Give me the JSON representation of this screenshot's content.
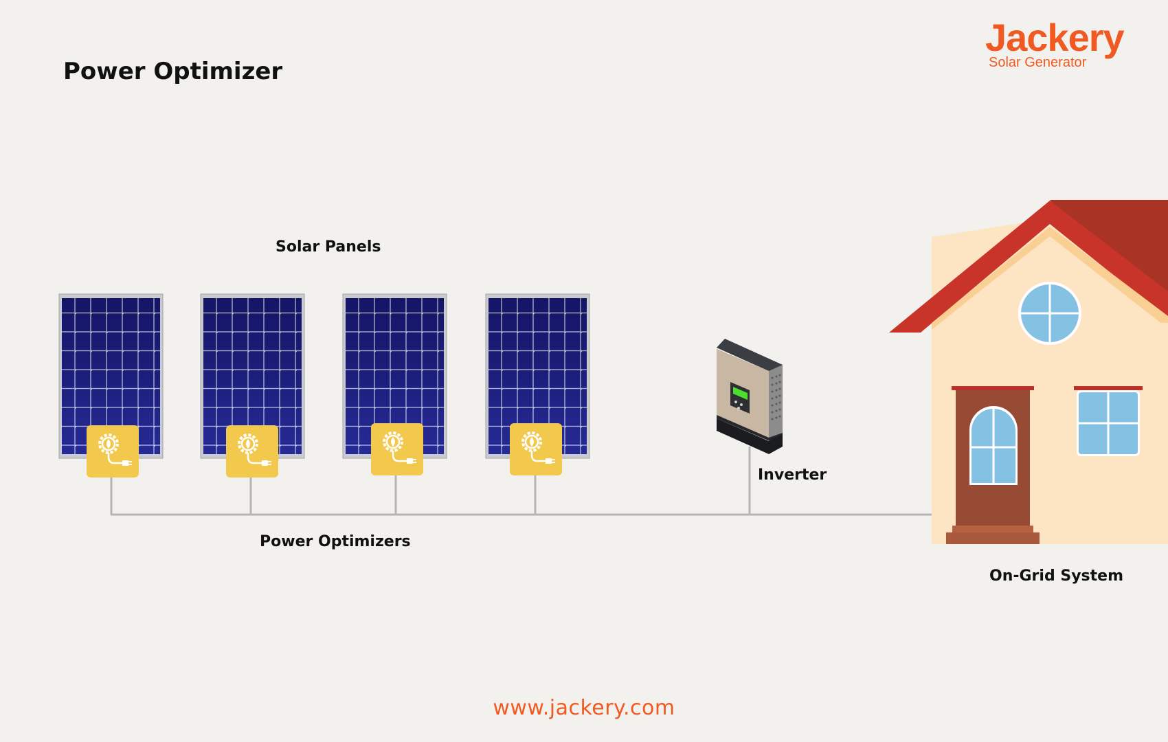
{
  "title": "Power Optimizer",
  "brand": {
    "name": "Jackery",
    "tagline": "Solar Generator",
    "color": "#f05a22"
  },
  "labels": {
    "solar_panels": "Solar Panels",
    "power_optimizers": "Power Optimizers",
    "inverter": "Inverter",
    "on_grid_system": "On-Grid System"
  },
  "footer_url": "www.jackery.com",
  "colors": {
    "background": "#f3f1ed",
    "panel_cell": "#1a1a80",
    "optimizer": "#f2c94c",
    "wire": "#b5b5b5",
    "roof": "#c8342a",
    "wall": "#fde4c3",
    "door": "#974a34",
    "window": "#85c1e3"
  },
  "icons": {
    "optimizer": "gear-plug-icon",
    "inverter": "inverter-icon",
    "house": "house-icon"
  }
}
